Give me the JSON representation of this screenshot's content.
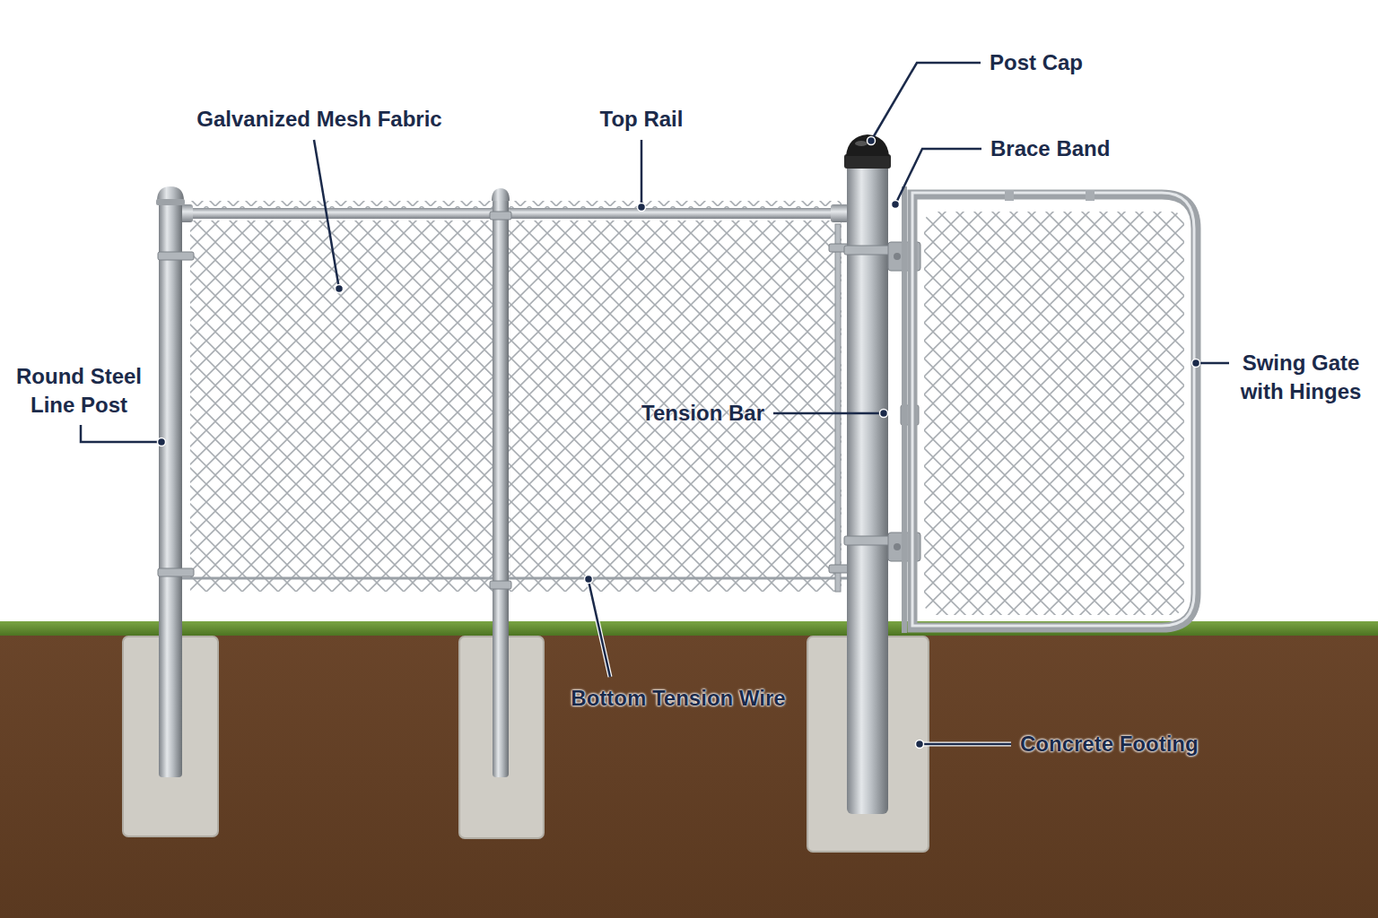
{
  "diagram": {
    "labels": [
      "Post Cap",
      "Galvanized Mesh Fabric",
      "Top Rail",
      "Brace Band",
      "Round Steel Line Post",
      "Tension Bar",
      "Swing Gate with Hinges",
      "Bottom Tension Wire",
      "Concrete Footing"
    ]
  }
}
